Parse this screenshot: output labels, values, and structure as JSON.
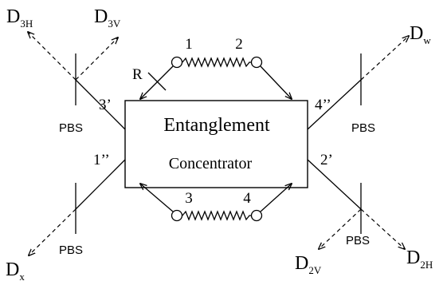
{
  "box": {
    "title": "Entanglement",
    "subtitle": "Concentrator"
  },
  "ports": {
    "p1": "1",
    "p2": "2",
    "p3": "3",
    "p4": "4",
    "r": "R"
  },
  "beams": {
    "b3p": "3’",
    "b4pp": "4’’",
    "b1pp": "1’’",
    "b2p": "2’"
  },
  "splitter": "PBS",
  "detectors": {
    "d3h": {
      "main": "D",
      "sub": "3H"
    },
    "d3v": {
      "main": "D",
      "sub": "3V"
    },
    "dw": {
      "main": "D",
      "sub": "w"
    },
    "dx": {
      "main": "D",
      "sub": "x"
    },
    "d2v": {
      "main": "D",
      "sub": "2V"
    },
    "d2h": {
      "main": "D",
      "sub": "2H"
    }
  }
}
